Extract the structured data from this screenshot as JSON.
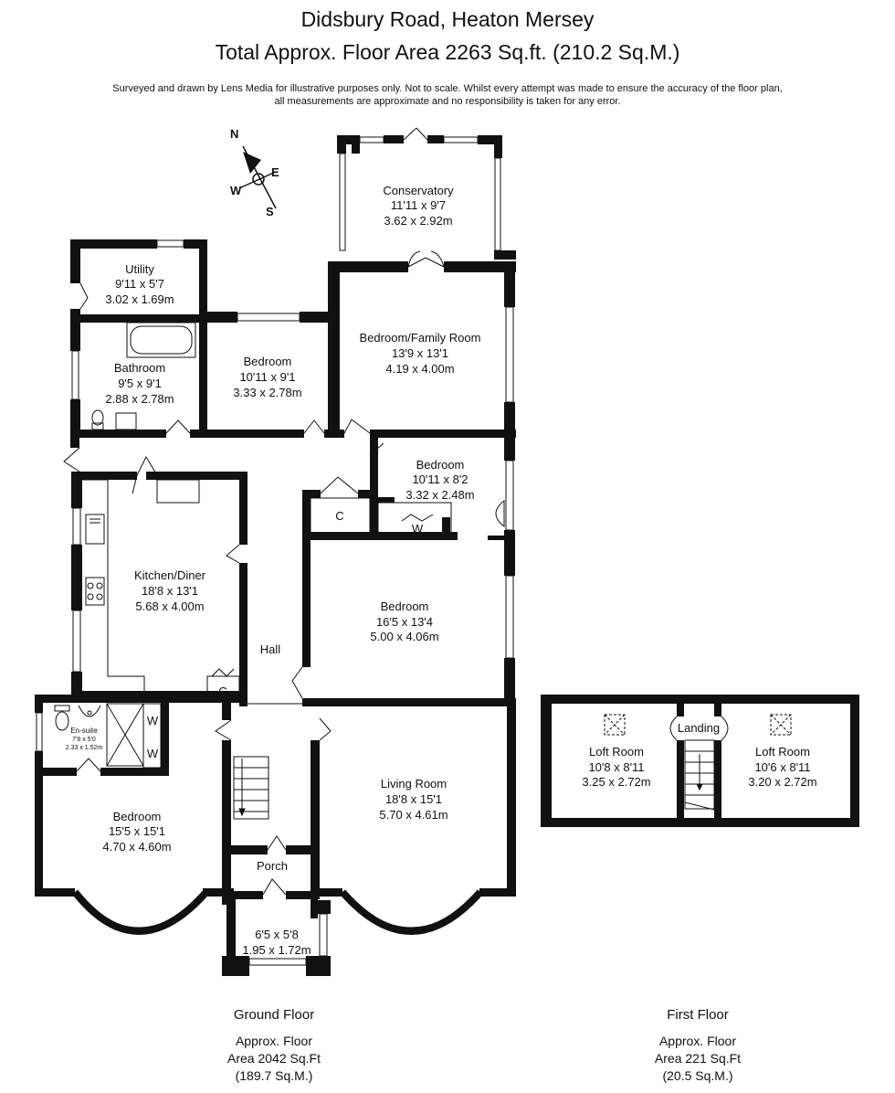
{
  "header": {
    "title_line1": "Didsbury Road, Heaton Mersey",
    "title_line2": "Total Approx. Floor Area 2263 Sq.ft. (210.2 Sq.M.)",
    "disclaimer_line1": "Surveyed and drawn by Lens Media for illustrative purposes only. Not to scale. Whilst every attempt was made to ensure the accuracy of the floor plan,",
    "disclaimer_line2": "all measurements are approximate and no responsibility is taken for any error."
  },
  "compass": {
    "n": "N",
    "e": "E",
    "s": "S",
    "w": "W"
  },
  "rooms": {
    "conservatory": {
      "name": "Conservatory",
      "imperial": "11'11 x 9'7",
      "metric": "3.62 x 2.92m"
    },
    "utility": {
      "name": "Utility",
      "imperial": "9'11 x 5'7",
      "metric": "3.02 x 1.69m"
    },
    "bathroom": {
      "name": "Bathroom",
      "imperial": "9'5 x 9'1",
      "metric": "2.88 x 2.78m"
    },
    "bedroom_small": {
      "name": "Bedroom",
      "imperial": "10'11 x 9'1",
      "metric": "3.33 x 2.78m"
    },
    "family_room": {
      "name": "Bedroom/Family Room",
      "imperial": "13'9 x 13'1",
      "metric": "4.19 x 4.00m"
    },
    "bedroom_mid": {
      "name": "Bedroom",
      "imperial": "10'11 x 8'2",
      "metric": "3.32 x 2.48m"
    },
    "kitchen": {
      "name": "Kitchen/Diner",
      "imperial": "18'8 x 13'1",
      "metric": "5.68 x 4.00m"
    },
    "bedroom_large": {
      "name": "Bedroom",
      "imperial": "16'5 x 13'4",
      "metric": "5.00 x 4.06m"
    },
    "hall": {
      "name": "Hall"
    },
    "ensuite": {
      "name": "En-suite",
      "imperial": "7'8 x 5'0",
      "metric": "2.33 x 1.52m"
    },
    "bedroom_bay": {
      "name": "Bedroom",
      "imperial": "15'5 x 15'1",
      "metric": "4.70 x 4.60m"
    },
    "living": {
      "name": "Living Room",
      "imperial": "18'8 x 15'1",
      "metric": "5.70 x 4.61m"
    },
    "porch": {
      "name": "Porch",
      "imperial": "6'5 x 5'8",
      "metric": "1.95 x 1.72m"
    },
    "loft_left": {
      "name": "Loft Room",
      "imperial": "10'8 x 8'11",
      "metric": "3.25 x 2.72m"
    },
    "landing": {
      "name": "Landing"
    },
    "loft_right": {
      "name": "Loft Room",
      "imperial": "10'6 x 8'11",
      "metric": "3.20 x 2.72m"
    }
  },
  "storage": {
    "cupboard": "C",
    "wardrobe": "W"
  },
  "floors": {
    "ground": {
      "name": "Ground Floor",
      "line1": "Approx. Floor",
      "line2": "Area 2042 Sq.Ft",
      "line3": "(189.7 Sq.M.)"
    },
    "first": {
      "name": "First Floor",
      "line1": "Approx. Floor",
      "line2": "Area 221 Sq.Ft",
      "line3": "(20.5 Sq.M.)"
    }
  }
}
